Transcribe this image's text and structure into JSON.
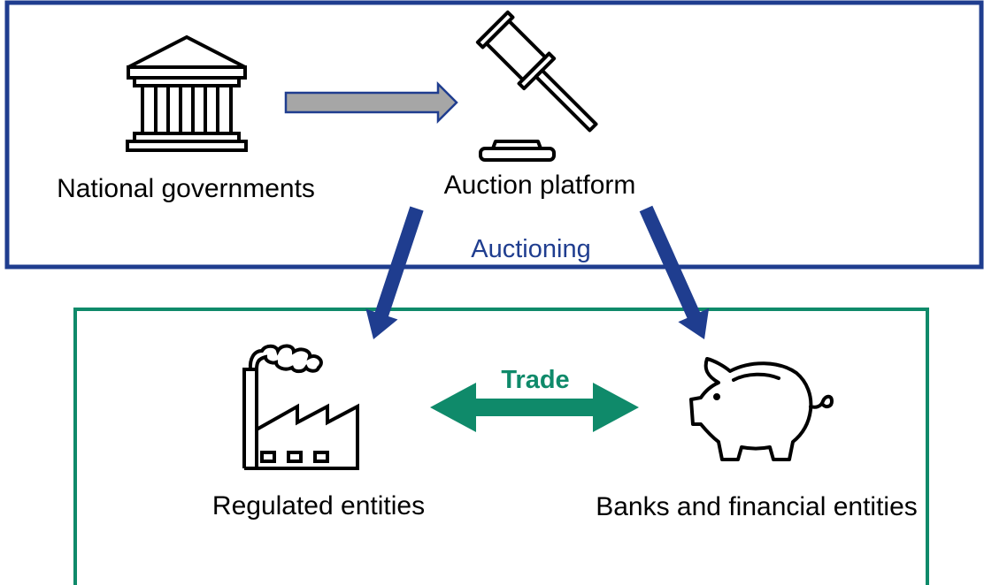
{
  "colors": {
    "top_border": "#1f3d8f",
    "bottom_border": "#0f8a6a",
    "auction_arrow": "#1f3d8f",
    "trade_arrow": "#0f8a6a",
    "grey_arrow_fill": "#a6a6a6",
    "grey_arrow_stroke": "#1f3d8f",
    "icon_stroke": "#000000"
  },
  "icons": {
    "government": "government-building-icon",
    "auction": "gavel-icon",
    "regulated": "factory-icon",
    "banks": "piggy-bank-icon"
  },
  "labels": {
    "national_governments": "National governments",
    "auction_platform": "Auction platform",
    "auctioning": "Auctioning",
    "trade": "Trade",
    "regulated_entities": "Regulated entities",
    "banks_financial": "Banks and financial entities"
  }
}
